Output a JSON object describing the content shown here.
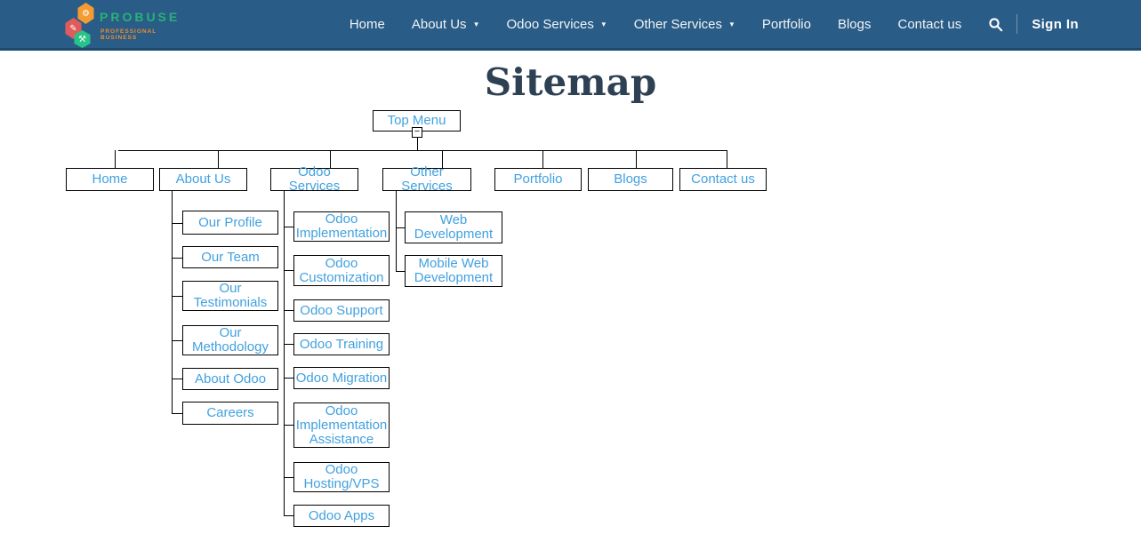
{
  "navbar": {
    "brand": "PROBUSE",
    "brand_tagline": "PROFESSIONAL BUSINESS",
    "caret_glyph": "▼",
    "items": [
      {
        "label": "Home",
        "dropdown": false
      },
      {
        "label": "About Us",
        "dropdown": true
      },
      {
        "label": "Odoo Services",
        "dropdown": true
      },
      {
        "label": "Other Services",
        "dropdown": true
      },
      {
        "label": "Portfolio",
        "dropdown": false
      },
      {
        "label": "Blogs",
        "dropdown": false
      },
      {
        "label": "Contact us",
        "dropdown": false
      }
    ],
    "sign_in_label": "Sign In",
    "colors": {
      "background": "#295c87",
      "border_bottom": "#1c4a6e",
      "text": "#f2f4f5",
      "brand_green": "#27b377",
      "brand_orange": "#ef8d2f",
      "hex_orange": "#f39c33",
      "hex_red": "#e05c5c",
      "hex_green": "#28c487"
    }
  },
  "page": {
    "title": "Sitemap",
    "title_color": "#2e4154"
  },
  "tree": {
    "root": {
      "label": "Top Menu",
      "collapse_glyph": "−"
    },
    "level1": [
      "Home",
      "About Us",
      "Odoo Services",
      "Other Services",
      "Portfolio",
      "Blogs",
      "Contact us"
    ],
    "children": {
      "about_us": [
        "Our Profile",
        "Our Team",
        "Our Testimonials",
        "Our Methodology",
        "About Odoo",
        "Careers"
      ],
      "odoo_services": [
        "Odoo Implementation",
        "Odoo Customization",
        "Odoo Support",
        "Odoo Training",
        "Odoo Migration",
        "Odoo Implementation Assistance",
        "Odoo Hosting/VPS",
        "Odoo Apps"
      ],
      "other_services": [
        "Web Development",
        "Mobile Web Development"
      ]
    },
    "colors": {
      "node_text": "#42a1e0",
      "node_border": "#000000",
      "line": "#000000"
    }
  }
}
